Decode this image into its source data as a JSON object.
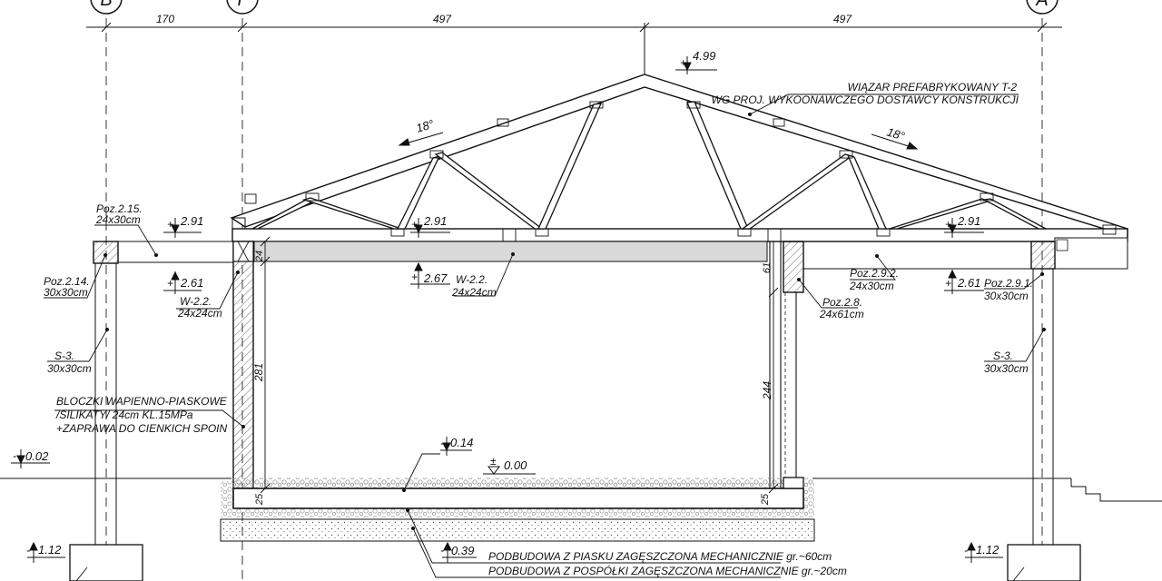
{
  "axes": {
    "left": "B",
    "middle": "Г",
    "right": "A"
  },
  "dims": {
    "d1": "170",
    "d2": "497",
    "d3": "497"
  },
  "levels": {
    "ridge": "4.99",
    "top_left": "2.91",
    "top_mid": "2.91",
    "top_right": "2.91",
    "under_left": "2.61",
    "under_mid": "2.67",
    "under_right": "2.61",
    "ext_ground": "0.02",
    "floor_top": "0.14",
    "zero": "0.00",
    "found": "0.39",
    "footing_left": "1.12",
    "footing_right": "1.12"
  },
  "levels_sign": {
    "plus": "+",
    "minus": "-",
    "plusminus": "±"
  },
  "slopes": {
    "left": "18°",
    "right": "18°"
  },
  "vertical_dims": {
    "beam_left": "24",
    "beam_right": "61",
    "wall_left": "281",
    "wall_right": "244",
    "slab_left": "25",
    "slab_right": "25"
  },
  "labels": {
    "truss_1": "WIĄZAR PREFABRYKOWANY T-2",
    "truss_2": "WG PROJ. WYKOONAWCZEGO DOSTAWCY KONSTRUKCJI",
    "poz215_1": "Poz.2.15.",
    "poz215_2": "24x30cm",
    "poz214_1": "Poz.2.14.",
    "poz214_2": "30x30cm",
    "w22a_1": "W-2.2.",
    "w22a_2": "24x24cm",
    "w22b_1": "W-2.2.",
    "w22b_2": "24x24cm",
    "s3a_1": "S-3.",
    "s3a_2": "30x30cm",
    "s3b_1": "S-3.",
    "s3b_2": "30x30cm",
    "blocks_1": "BLOCZKI WAPIENNO-PIASKOWE",
    "blocks_2": "/SILIKATY/ 24cm KL.15MPa",
    "blocks_3": "+ZAPRAWA DO CIENKICH SPOIN",
    "poz292_1": "Poz.2.9.2.",
    "poz292_2": "24x30cm",
    "poz291_1": "Poz.2.9.1.",
    "poz291_2": "30x30cm",
    "poz28_1": "Poz.2.8.",
    "poz28_2": "24x61cm",
    "sub_1": "PODBUDOWA Z PIASKU ZAGĘSZCZONA MECHANICZNIE gr.~60cm",
    "sub_2": "PODBUDOWA Z POSPÓŁKI ZAGĘSZCZONA MECHANICZNIE gr.~20cm"
  }
}
